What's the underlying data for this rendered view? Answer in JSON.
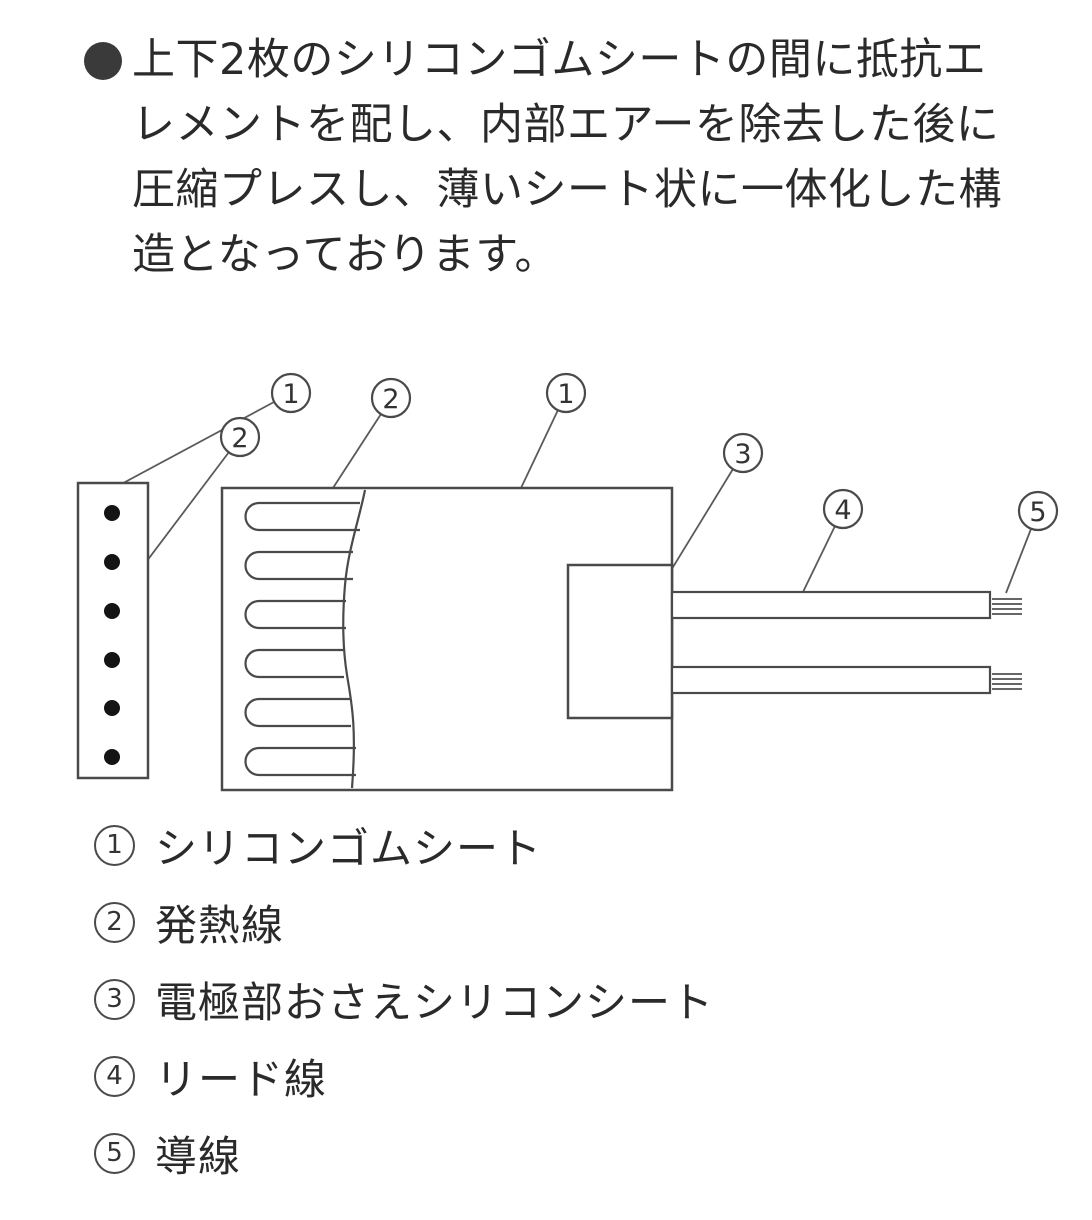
{
  "intro": {
    "bullet_icon": "filled-circle-bullet",
    "lines": [
      "上下2枚のシリコンゴムシートの間に抵抗エ",
      "レメントを配し、内部エアーを除去した後に",
      "圧縮プレスし、薄いシート状に一体化した構",
      "造となっております。"
    ]
  },
  "diagram": {
    "callouts": [
      "1",
      "2",
      "2",
      "1",
      "3",
      "4",
      "5"
    ]
  },
  "legend": {
    "items": [
      {
        "num": "1",
        "label": "シリコンゴムシート"
      },
      {
        "num": "2",
        "label": "発熱線"
      },
      {
        "num": "3",
        "label": "電極部おさえシリコンシート"
      },
      {
        "num": "4",
        "label": "リード線"
      },
      {
        "num": "5",
        "label": "導線"
      }
    ]
  },
  "colors": {
    "line": "#4a4a4a",
    "text": "#2a2a2a",
    "background": "#ffffff"
  }
}
